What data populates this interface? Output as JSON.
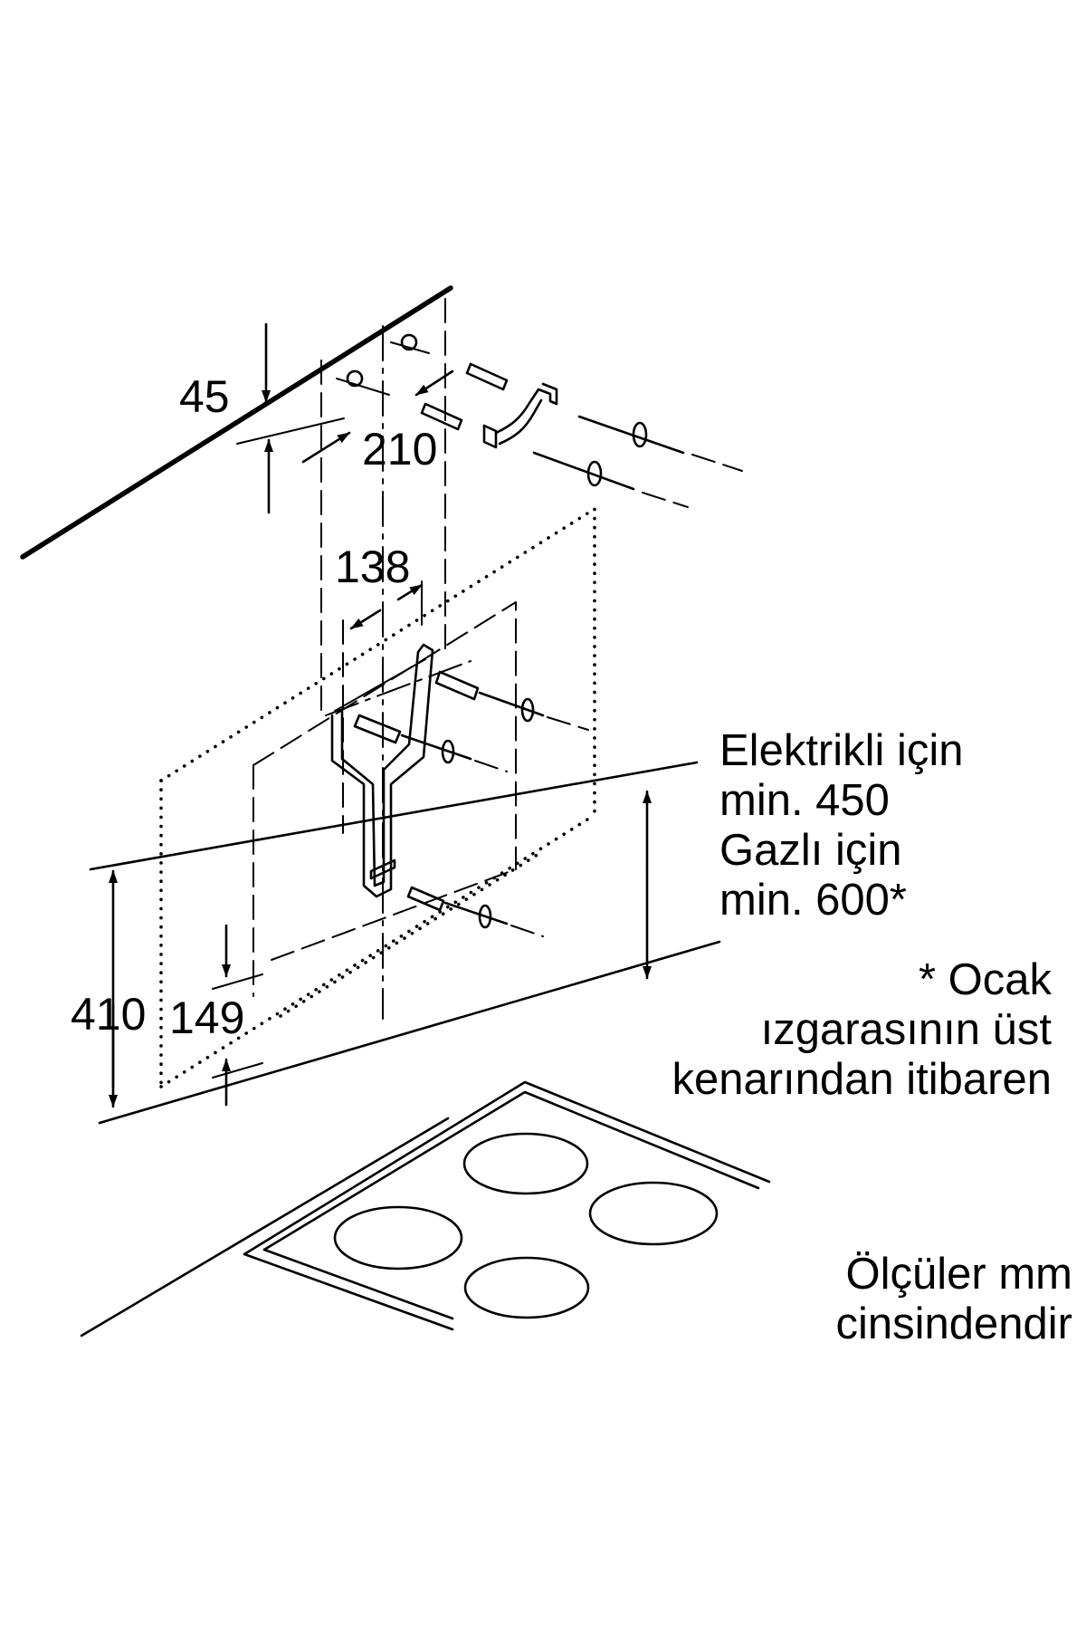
{
  "dimensions": {
    "ceiling_offset": "45",
    "hole_spacing_top": "210",
    "bracket_width": "138",
    "mount_height": "410",
    "lower_offset": "149"
  },
  "notes": {
    "clearance": [
      "Elektrikli için",
      "min. 450",
      "Gazlı için",
      "min. 600*"
    ],
    "footnote": [
      "* Ocak",
      "ızgarasının üst",
      "kenarından itibaren"
    ],
    "units": [
      "Ölçüler mm",
      "cinsindendir"
    ]
  },
  "icons": [
    "wall-plug-icon",
    "screw-icon",
    "hob-burner-icon",
    "dimension-arrow-icon"
  ]
}
